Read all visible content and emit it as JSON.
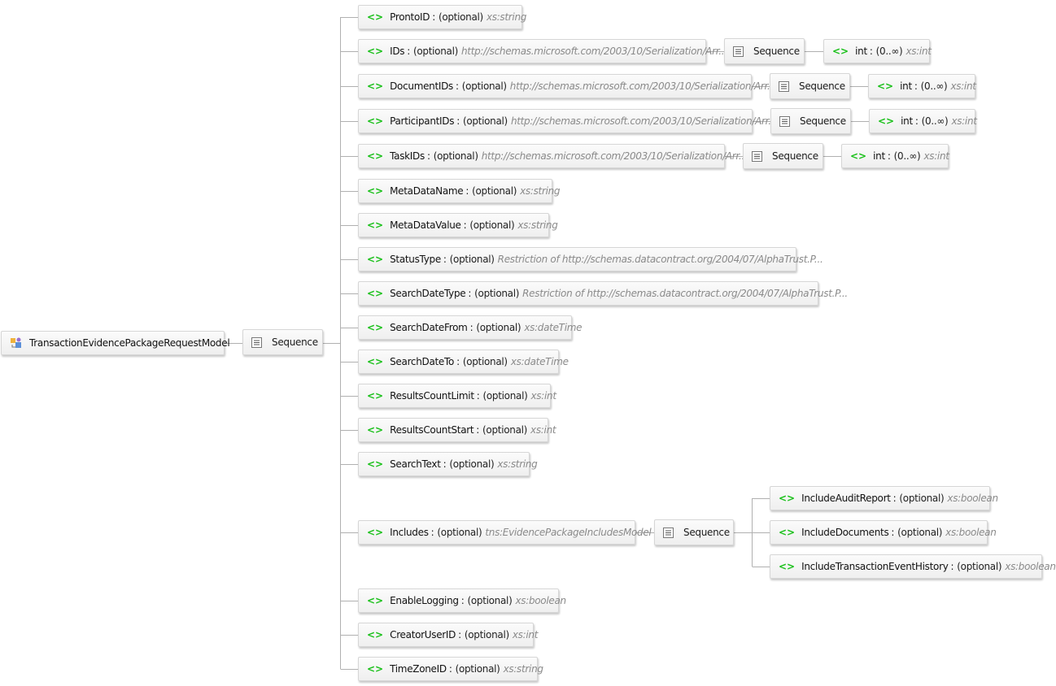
{
  "root": {
    "name": "TransactionEvidencePackageRequestModel"
  },
  "sequence_label": "Sequence",
  "optional_label": "(optional)",
  "int_occurrence": "(0..∞)",
  "elements": [
    {
      "name": "ProntoID",
      "type": "xs:string"
    },
    {
      "name": "IDs",
      "type": "http://schemas.microsoft.com/2003/10/Serialization/Arr..."
    },
    {
      "name": "DocumentIDs",
      "type": "http://schemas.microsoft.com/2003/10/Serialization/Arr..."
    },
    {
      "name": "ParticipantIDs",
      "type": "http://schemas.microsoft.com/2003/10/Serialization/Arr..."
    },
    {
      "name": "TaskIDs",
      "type": "http://schemas.microsoft.com/2003/10/Serialization/Arr..."
    },
    {
      "name": "MetaDataName",
      "type": "xs:string"
    },
    {
      "name": "MetaDataValue",
      "type": "xs:string"
    },
    {
      "name": "StatusType",
      "type": "Restriction of http://schemas.datacontract.org/2004/07/AlphaTrust.P..."
    },
    {
      "name": "SearchDateType",
      "type": "Restriction of http://schemas.datacontract.org/2004/07/AlphaTrust.P..."
    },
    {
      "name": "SearchDateFrom",
      "type": "xs:dateTime"
    },
    {
      "name": "SearchDateTo",
      "type": "xs:dateTime"
    },
    {
      "name": "ResultsCountLimit",
      "type": "xs:int"
    },
    {
      "name": "ResultsCountStart",
      "type": "xs:int"
    },
    {
      "name": "SearchText",
      "type": "xs:string"
    },
    {
      "name": "Includes",
      "type": "tns:EvidencePackageIncludesModel"
    },
    {
      "name": "EnableLogging",
      "type": "xs:boolean"
    },
    {
      "name": "CreatorUserID",
      "type": "xs:int"
    },
    {
      "name": "TimeZoneID",
      "type": "xs:string"
    }
  ],
  "array_children": [
    {
      "name": "int",
      "type": "xs:int"
    },
    {
      "name": "int",
      "type": "xs:int"
    },
    {
      "name": "int",
      "type": "xs:int"
    },
    {
      "name": "int",
      "type": "xs:int"
    }
  ],
  "includes_children": [
    {
      "name": "IncludeAuditReport",
      "type": "xs:boolean"
    },
    {
      "name": "IncludeDocuments",
      "type": "xs:boolean"
    },
    {
      "name": "IncludeTransactionEventHistory",
      "type": "xs:boolean"
    }
  ],
  "colors": {
    "element_icon": "#19c019",
    "connector": "#b0b0b0",
    "type_text": "#8a8a8a"
  },
  "icons": {
    "element": "element-icon",
    "sequence": "sequence-icon",
    "complex_type": "complex-type-icon"
  }
}
